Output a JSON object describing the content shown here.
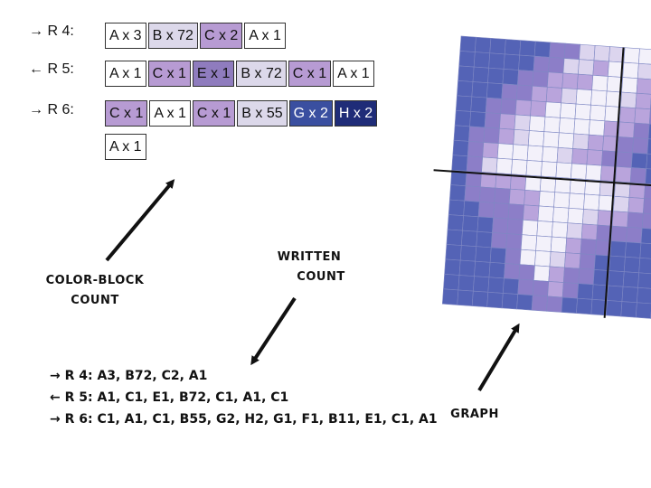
{
  "colors": {
    "A": "#ffffff",
    "B": "#dcd8ea",
    "C": "#b79bd3",
    "E": "#8f7cbe",
    "G": "#3a4fa0",
    "H": "#1f2c78"
  },
  "block_rows": [
    {
      "label": "→ R 4:",
      "blocks": [
        {
          "text": "A x 3",
          "color": "A"
        },
        {
          "text": "B x 72",
          "color": "B"
        },
        {
          "text": "C x 2",
          "color": "C"
        },
        {
          "text": "A x 1",
          "color": "A"
        }
      ]
    },
    {
      "label": "← R 5:",
      "blocks": [
        {
          "text": "A x 1",
          "color": "A"
        },
        {
          "text": "C x 1",
          "color": "C"
        },
        {
          "text": "E x 1",
          "color": "E"
        },
        {
          "text": "B x 72",
          "color": "B"
        },
        {
          "text": "C x 1",
          "color": "C"
        },
        {
          "text": "A x 1",
          "color": "A"
        }
      ]
    },
    {
      "label": "→ R 6:",
      "blocks": [
        {
          "text": "C x 1",
          "color": "C"
        },
        {
          "text": "A x 1",
          "color": "A"
        },
        {
          "text": "C x 1",
          "color": "C"
        },
        {
          "text": "B x 55",
          "color": "B"
        },
        {
          "text": "G x 2",
          "color": "G"
        },
        {
          "text": "H x 2",
          "color": "H"
        }
      ]
    },
    {
      "label": "",
      "blocks": [
        {
          "text": "A x 1",
          "color": "A"
        }
      ]
    }
  ],
  "annotations": {
    "color_block": [
      "COLOR-BLOCK",
      "COUNT"
    ],
    "written": [
      "WRITTEN",
      "COUNT"
    ],
    "graph": "GRAPH"
  },
  "written_lines": [
    "→ R 4: A3, B72, C2, A1",
    "← R 5: A1, C1, E1, B72, C1, A1, C1",
    "→ R 6: C1, A1, C1, B55, G2, H2, G1, F1, B11, E1, C1, A1"
  ],
  "graph_grid": [
    "GGGGGGEEBBBAAGGGGG",
    "GGGGGEEBBCAABBGGGG",
    "GGGGEECCCAAACBGGGG",
    "GGGEECCBAAABCEGGGG",
    "GGEECCAAAAACCEGGGG",
    "GGECBAAAAACCEGGGGG",
    "GEECBAAABCCEEGGGGG",
    "GECAAAABCCEEGGGGGG",
    "GEBAAAAAAACCEGGGGG",
    "GECCCAAAAABBCEGGGG",
    "GEEECCAAAAABCEGGGG",
    "GGEEECAAABCCEEGGGG",
    "GGGEEAAABCEEEGGGGG",
    "GGGEEAAACEEGGGGGGG",
    "GGGGEAABCEGGGGGGGG",
    "GGGGEEACEEGGGGGGGG",
    "GGGGGEECEGGGGGGGGG",
    "GGGGGGEEGGGGGGGGGG"
  ],
  "graph_palette": {
    "A": "#f3f1fa",
    "B": "#dcd5ee",
    "C": "#b9a4dc",
    "E": "#8c7ec8",
    "G": "#5463b6"
  }
}
